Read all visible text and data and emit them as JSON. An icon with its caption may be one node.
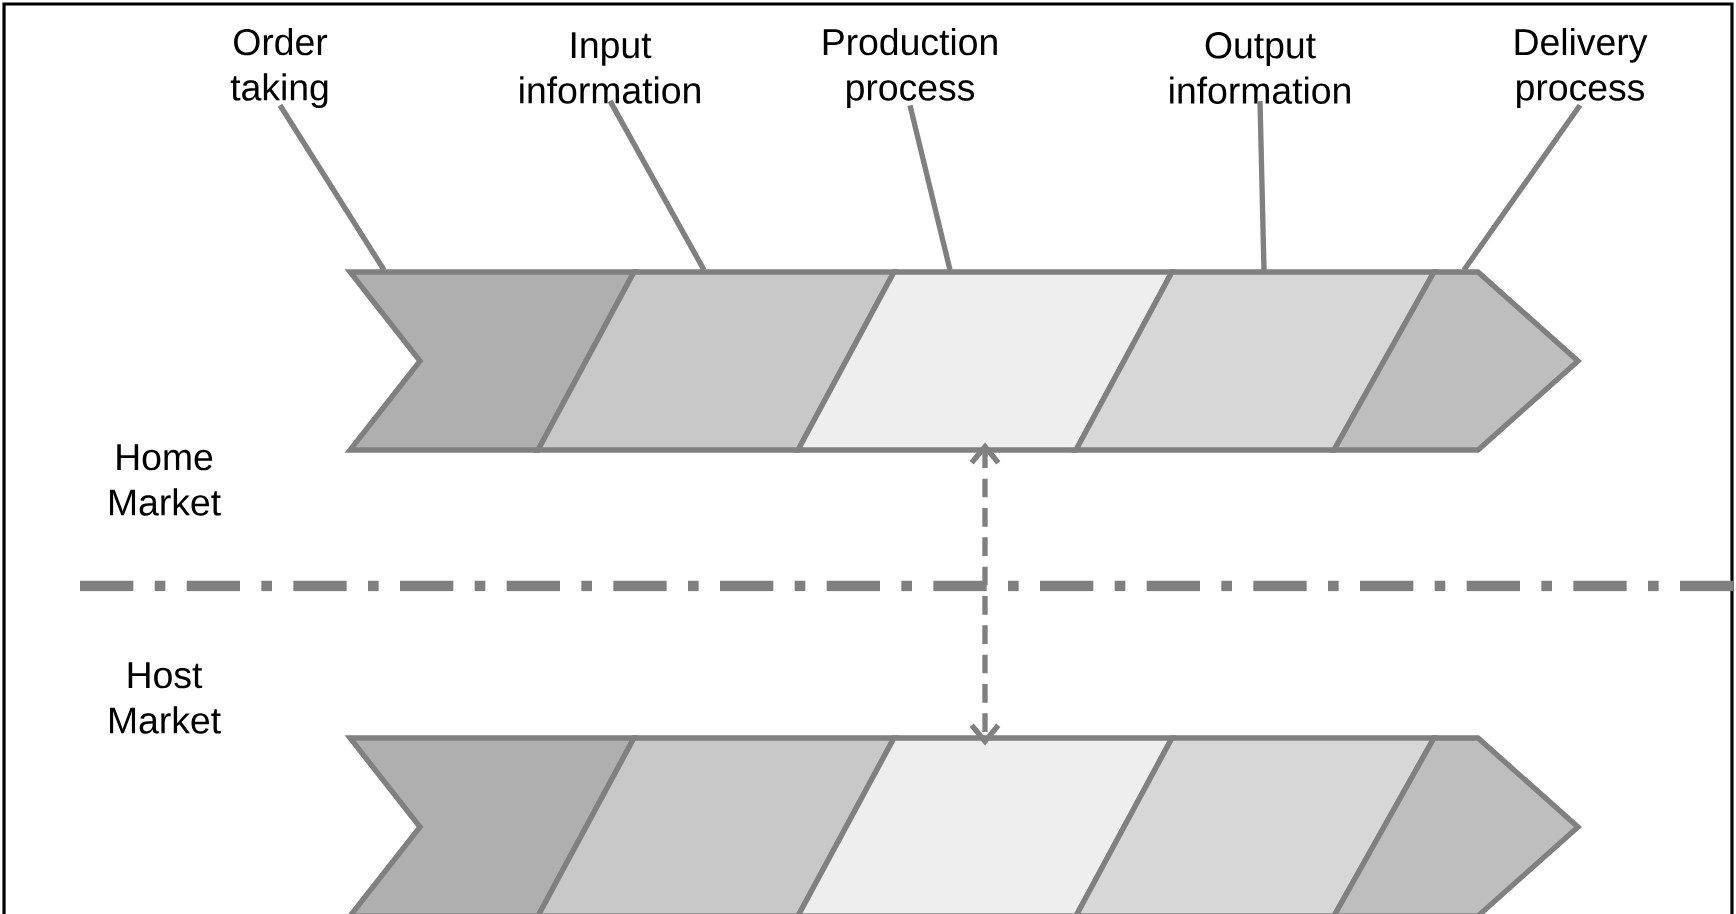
{
  "diagram": {
    "nodes": [
      {
        "text": [
          "Order taking"
        ]
      },
      {
        "text": [
          "Input information"
        ]
      },
      {
        "text": [
          "Production process"
        ]
      },
      {
        "text": [
          "Output information"
        ]
      },
      {
        "text": [
          "Delivery process"
        ]
      },
      {
        "text": [],
        "shape": "chevron"
      },
      {
        "text": [],
        "shape": "parallelogram"
      },
      {
        "text": [],
        "shape": "parallelogram"
      },
      {
        "text": [],
        "shape": "parallelogram"
      },
      {
        "text": [],
        "shape": "arrowhead"
      },
      {
        "text": [],
        "shape": "chevron"
      },
      {
        "text": [],
        "shape": "parallelogram"
      },
      {
        "text": [],
        "shape": "parallelogram"
      },
      {
        "text": [],
        "shape": "parallelogram"
      },
      {
        "text": [],
        "shape": "arrowhead"
      }
    ],
    "edges": [
      {
        "from": 0,
        "to": 5,
        "arrow": "none"
      },
      {
        "from": 1,
        "to": 6,
        "arrow": "none"
      },
      {
        "from": 2,
        "to": 7,
        "arrow": "none"
      },
      {
        "from": 3,
        "to": 8,
        "arrow": "none"
      },
      {
        "from": 4,
        "to": 9,
        "arrow": "none"
      },
      {
        "from": 7,
        "to": 12,
        "arrow": "both",
        "style": "dashed"
      }
    ],
    "labels": [
      "Home Market",
      "Host Market"
    ]
  }
}
